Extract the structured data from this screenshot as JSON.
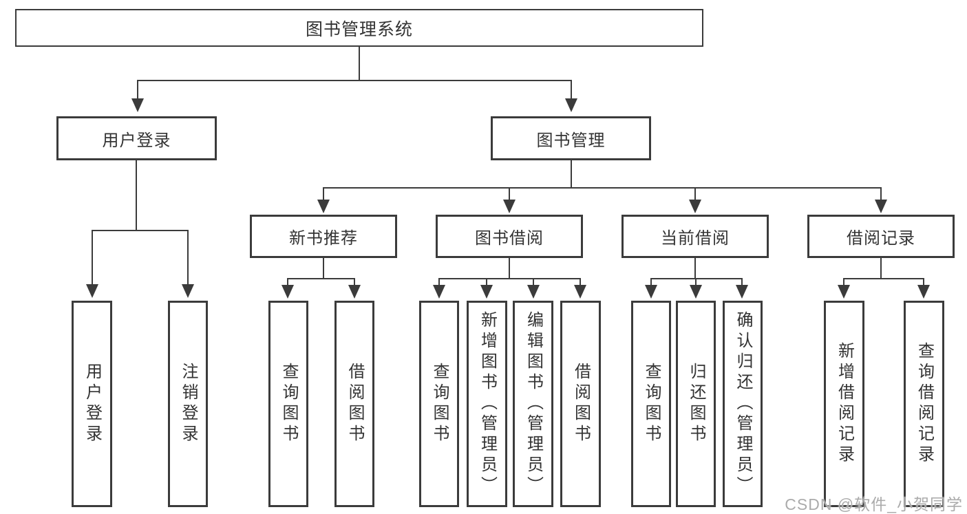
{
  "colors": {
    "line": "#3b3b3b",
    "border": "#3b3b3b",
    "text": "#333333",
    "watermark": "#ababab",
    "background": "#ffffff"
  },
  "diagram": {
    "type": "tree",
    "root": {
      "label": "图书管理系统"
    },
    "branches": [
      {
        "label": "用户登录",
        "children": [
          {
            "label": "用户登录"
          },
          {
            "label": "注销登录"
          }
        ]
      },
      {
        "label": "图书管理",
        "children": [
          {
            "label": "新书推荐",
            "children": [
              {
                "label": "查询图书"
              },
              {
                "label": "借阅图书"
              }
            ]
          },
          {
            "label": "图书借阅",
            "children": [
              {
                "label": "查询图书"
              },
              {
                "label": "新增图书（管理员）"
              },
              {
                "label": "编辑图书（管理员）"
              },
              {
                "label": "借阅图书"
              }
            ]
          },
          {
            "label": "当前借阅",
            "children": [
              {
                "label": "查询图书"
              },
              {
                "label": "归还图书"
              },
              {
                "label": "确认归还（管理员）"
              }
            ]
          },
          {
            "label": "借阅记录",
            "children": [
              {
                "label": "新增借阅记录"
              },
              {
                "label": "查询借阅记录"
              }
            ]
          }
        ]
      }
    ]
  },
  "watermark": {
    "text": "CSDN @软件_小贺同学"
  }
}
